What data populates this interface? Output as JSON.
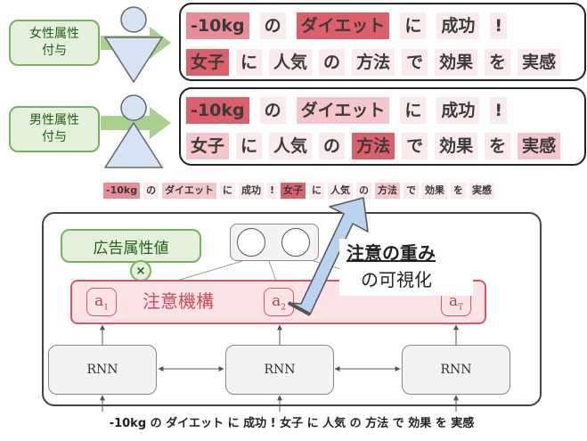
{
  "female": {
    "label_line1": "女性属性",
    "label_line2": "付与"
  },
  "male": {
    "label_line1": "男性属性",
    "label_line2": "付与"
  },
  "female_row1": [
    {
      "t": "-10kg",
      "w": 2
    },
    {
      "t": "の",
      "w": 0
    },
    {
      "t": "ダイエット",
      "w": 3
    },
    {
      "t": "に",
      "w": 0
    },
    {
      "t": "成功",
      "w": 0
    },
    {
      "t": "!",
      "w": 0
    }
  ],
  "female_row2": [
    {
      "t": "女子",
      "w": 3
    },
    {
      "t": "に",
      "w": 0
    },
    {
      "t": "人気",
      "w": 0
    },
    {
      "t": "の",
      "w": 0
    },
    {
      "t": "方法",
      "w": 0
    },
    {
      "t": "で",
      "w": 0
    },
    {
      "t": "効果",
      "w": 0
    },
    {
      "t": "を",
      "w": 0
    },
    {
      "t": "実感",
      "w": 0
    }
  ],
  "male_row1": [
    {
      "t": "-10kg",
      "w": 3
    },
    {
      "t": "の",
      "w": 0
    },
    {
      "t": "ダイエット",
      "w": 1
    },
    {
      "t": "に",
      "w": 0
    },
    {
      "t": "成功",
      "w": 0
    },
    {
      "t": "!",
      "w": 0
    }
  ],
  "male_row2": [
    {
      "t": "女子",
      "w": 1
    },
    {
      "t": "に",
      "w": 0
    },
    {
      "t": "人気",
      "w": 0
    },
    {
      "t": "の",
      "w": 0
    },
    {
      "t": "方法",
      "w": 3
    },
    {
      "t": "で",
      "w": 0
    },
    {
      "t": "効果",
      "w": 0
    },
    {
      "t": "を",
      "w": 0
    },
    {
      "t": "実感",
      "w": 1
    }
  ],
  "mini_row": [
    {
      "t": "-10kg",
      "w": 2
    },
    {
      "t": "の",
      "w": 0
    },
    {
      "t": "ダイエット",
      "w": 1
    },
    {
      "t": "に",
      "w": 0
    },
    {
      "t": "成功",
      "w": 0
    },
    {
      "t": "!",
      "w": 0
    },
    {
      "t": "女子",
      "w": 3
    },
    {
      "t": "に",
      "w": 0
    },
    {
      "t": "人気",
      "w": 0
    },
    {
      "t": "の",
      "w": 0
    },
    {
      "t": "方法",
      "w": 1
    },
    {
      "t": "で",
      "w": 0
    },
    {
      "t": "効果",
      "w": 0
    },
    {
      "t": "を",
      "w": 0
    },
    {
      "t": "実感",
      "w": 0
    }
  ],
  "model": {
    "ad_attribute_label": "広告属性値",
    "multiply_symbol": "×",
    "attention_label": "注意機構",
    "a_base": "a",
    "a1_sub": "1",
    "a2_sub": "2",
    "aT_sub": "T",
    "rnn_label": "RNN",
    "visualize_line1": "注意の重み",
    "visualize_line2": "の可視化",
    "input_sentence": "-10kg の ダイエット に 成功 ! 女子 に 人気 の 方法 で 効果 を 実感"
  },
  "colors": {
    "green_border": "#77b35e",
    "green_fill": "#e3f1dc",
    "attention_fill": "#fbe3e6",
    "attention_border": "#cc5b66",
    "arrow_fill": "#b9d3ee",
    "arrow_border": "#555555"
  }
}
